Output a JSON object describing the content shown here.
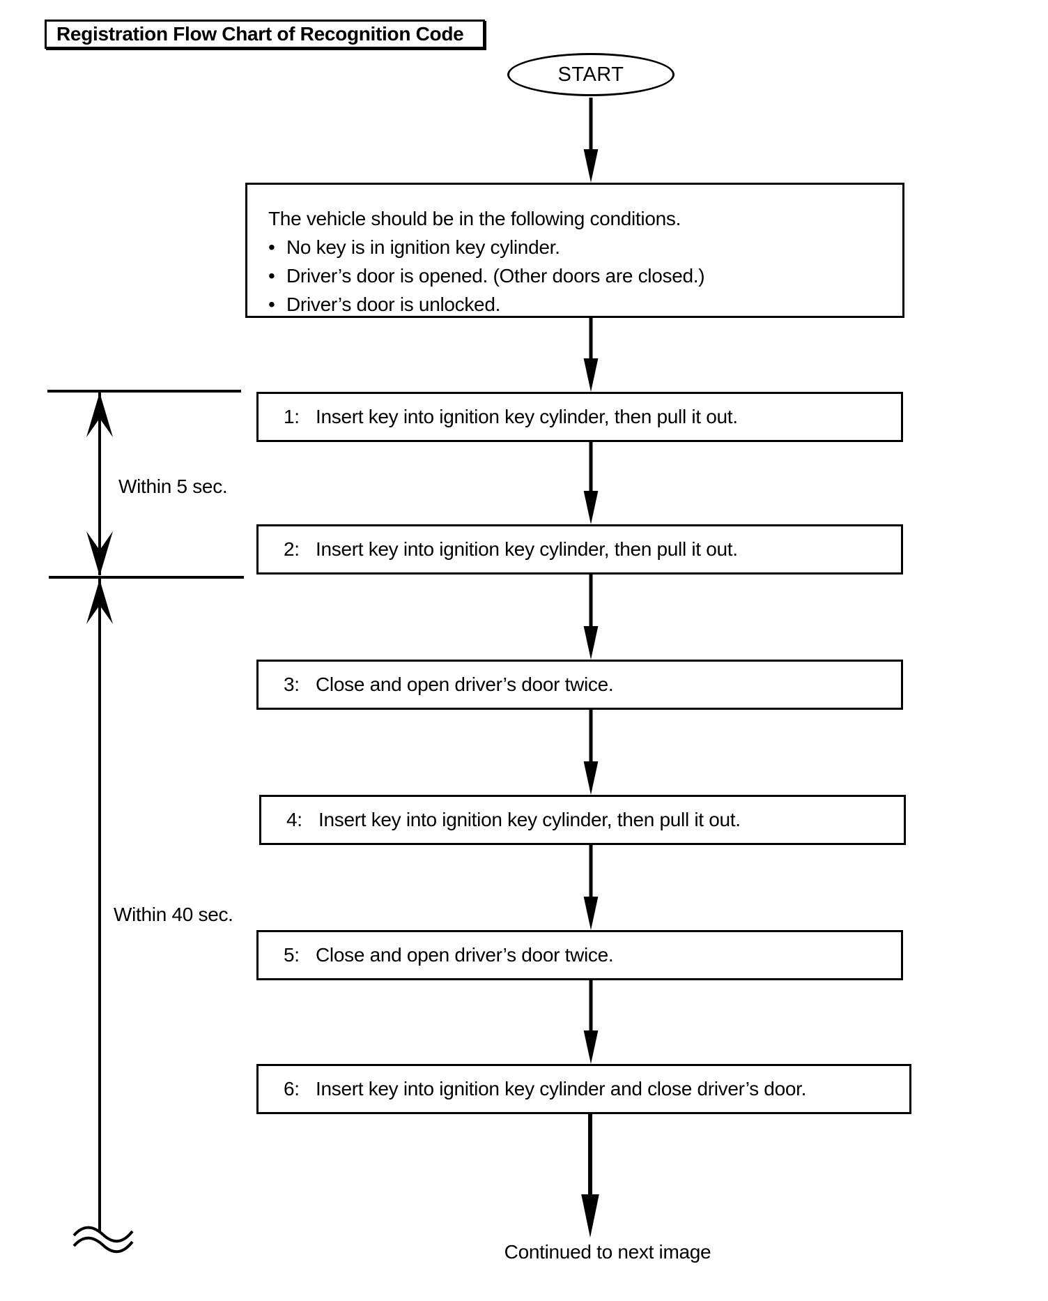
{
  "title": "Registration Flow Chart of Recognition Code",
  "start_label": "START",
  "conditions": {
    "intro": "The vehicle should be in the following conditions.",
    "bullet": "•",
    "bullets": [
      "No key is in ignition key cylinder.",
      "Driver’s door is opened. (Other doors are closed.)",
      "Driver’s door is unlocked."
    ]
  },
  "steps": [
    {
      "num": "1:",
      "label": "Insert key into ignition key cylinder, then pull it out."
    },
    {
      "num": "2:",
      "label": "Insert key into ignition key cylinder, then pull it out."
    },
    {
      "num": "3:",
      "label": "Close and open driver’s door twice."
    },
    {
      "num": "4:",
      "label": "Insert key into ignition key cylinder, then pull it out."
    },
    {
      "num": "5:",
      "label": "Close and open driver’s door twice."
    },
    {
      "num": "6:",
      "label": "Insert key into ignition key cylinder and close driver’s door."
    }
  ],
  "timers": [
    {
      "label": "Within 5 sec."
    },
    {
      "label": "Within 40 sec."
    }
  ],
  "footer": "Continued to next image",
  "colors": {
    "ink": "#000000",
    "paper": "#ffffff"
  }
}
